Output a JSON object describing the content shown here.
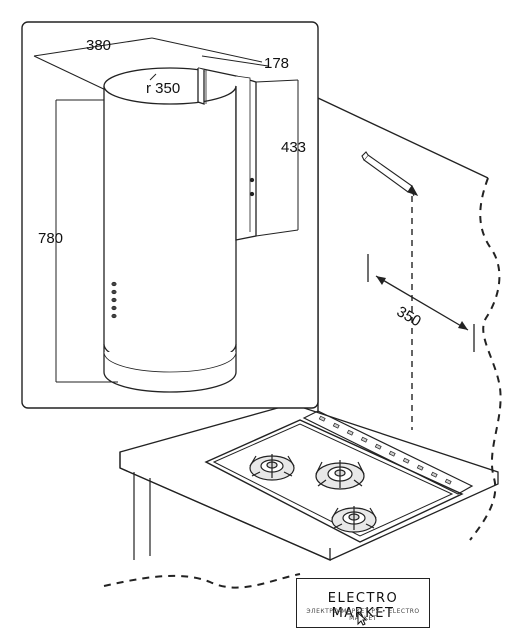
{
  "dimensions": {
    "top_depth": "380",
    "diameter": "r 350",
    "bracket_depth": "178",
    "bracket_height": "433",
    "hood_height": "780",
    "wall_distance": "350"
  },
  "watermark": {
    "title": "ELECTRO MARKET",
    "subtitle": "ЭЛЕКТРО-МАРКЕТ.РУ • ELECTRO MARKET"
  },
  "icons": {
    "cursor": "cursor-arrow-icon"
  }
}
